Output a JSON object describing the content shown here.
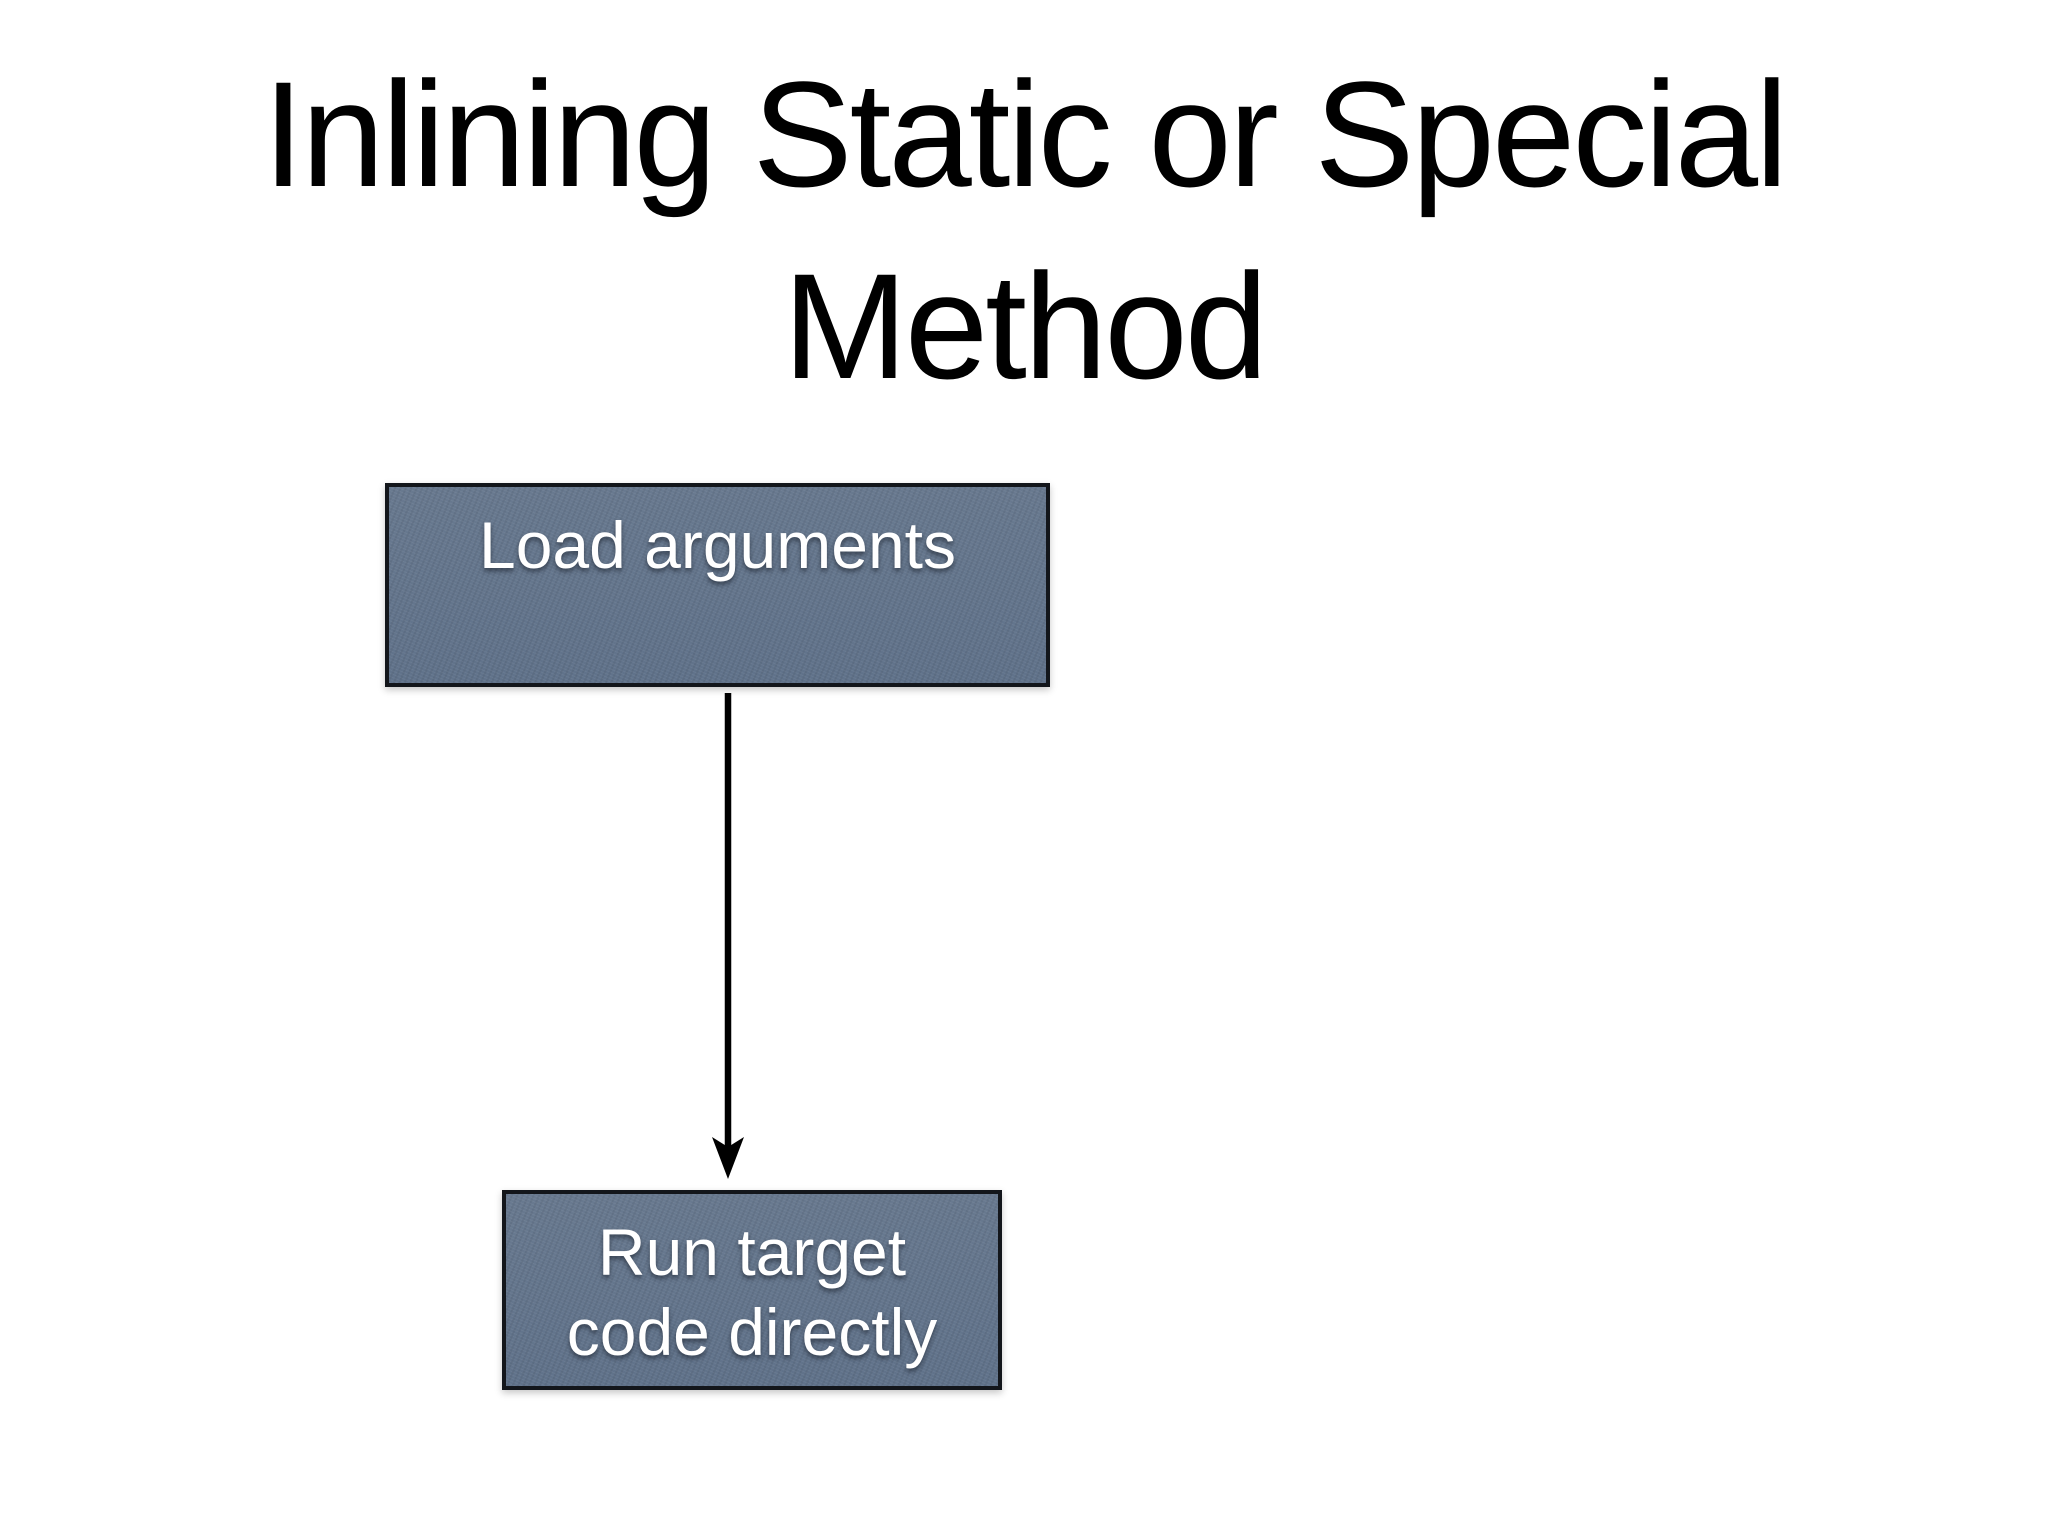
{
  "slide": {
    "background_color": "#ffffff",
    "title": {
      "text": "Inlining Static or Special Method",
      "line1": "Inlining Static or Special",
      "line2": "Method",
      "color": "#000000"
    },
    "flowchart": {
      "nodes": [
        {
          "id": "load-arguments",
          "lines": [
            "Load arguments"
          ],
          "fill": "#64768F",
          "border_color": "#13161b",
          "text_color": "#ffffff"
        },
        {
          "id": "run-target-code-directly",
          "lines": [
            "Run target",
            "code directly"
          ],
          "fill": "#64768F",
          "border_color": "#13161b",
          "text_color": "#ffffff"
        }
      ],
      "connector": {
        "id": "load-to-run",
        "type": "arrow-down",
        "color": "#000000"
      }
    }
  }
}
